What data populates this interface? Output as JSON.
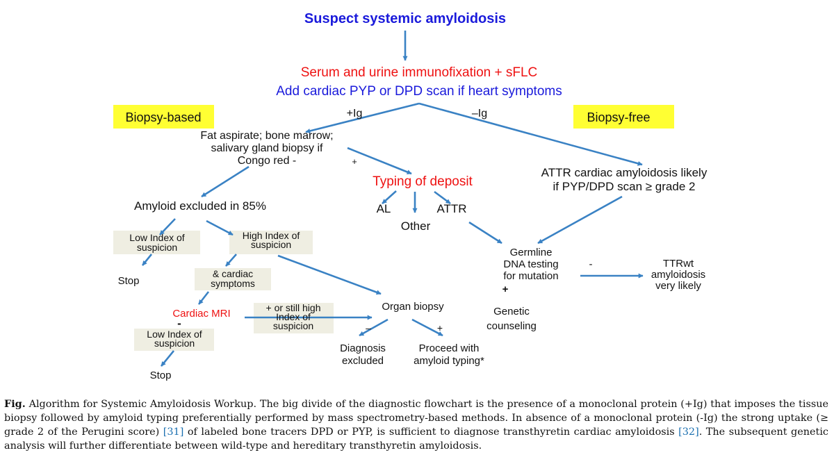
{
  "flowchart": {
    "title": "Suspect systemic amyloidosis",
    "step1_line1": "Serum and urine immunofixation + sFLC",
    "step1_line2": "Add cardiac PYP or DPD scan if heart symptoms",
    "biopsy_based": "Biopsy-based",
    "biopsy_free": "Biopsy-free",
    "plus_ig": "+Ig",
    "minus_ig": "–Ig",
    "fat_line1": "Fat aspirate; bone marrow;",
    "fat_line2": "salivary gland biopsy if",
    "fat_line3": "Congo red -",
    "plus_typing": "+",
    "typing": "Typing of deposit",
    "al": "AL",
    "other": "Other",
    "attr": "ATTR",
    "attr_likely_line1": "ATTR cardiac amyloidosis likely",
    "attr_likely_line2": "if PYP/DPD scan  ≥ grade 2",
    "amyloid_excluded": "Amyloid excluded in 85%",
    "low_index_1_line1": "Low Index of",
    "low_index_1_line2": "suspicion",
    "high_index_line1": "High Index of",
    "high_index_line2": "suspicion",
    "stop_1": "Stop",
    "cardiac_symptoms_line1": "& cardiac",
    "cardiac_symptoms_line2": "symptoms",
    "cardiac_mri": "Cardiac MRI",
    "minus_mri": "-",
    "still_high_line1": "+ or still high",
    "still_high_line2": "Index of",
    "still_high_line3": "suspicion",
    "low_index_2_line1": "Low Index of",
    "low_index_2_line2": "suspicion",
    "stop_2": "Stop",
    "organ_biopsy": "Organ biopsy",
    "minus_organ": "–",
    "plus_organ": "+",
    "diag_excluded_line1": "Diagnosis",
    "diag_excluded_line2": "excluded",
    "proceed_line1": "Proceed with",
    "proceed_line2": "amyloid typing*",
    "germline_line1": "Germline",
    "germline_line2": "DNA testing",
    "germline_line3": "for mutation",
    "minus_germline": "-",
    "plus_germline": "+",
    "ttrwt_line1": "TTRwt",
    "ttrwt_line2": "amyloidosis",
    "ttrwt_line3": "very likely",
    "genetic_line1": "Genetic",
    "genetic_line2": "counseling"
  },
  "colors": {
    "blue_text": "#1a1adb",
    "red_text": "#ee1111",
    "arrow": "#3a82c4",
    "yellow_box": "#ffff33",
    "beige_box": "#efeee2",
    "black_text": "#111111"
  },
  "caption": {
    "label": "Fig.",
    "text_1": " Algorithm for Systemic Amyloidosis Workup. The big divide of the diagnostic flowchart is the presence of a monoclonal protein (+Ig) that imposes the tissue biopsy followed by amyloid typing preferentially performed by mass spectrometry-based methods. In absence of a monoclonal protein (-Ig) the strong uptake (≥ grade 2 of the Perugini score) ",
    "ref_1": "[31]",
    "text_2": " of labeled bone tracers DPD or PYP, is sufficient to diagnose transthyretin cardiac amyloidosis ",
    "ref_2": "[32]",
    "text_3": ". The subsequent genetic analysis will further differentiate between wild-type and hereditary transthyretin amyloidosis."
  }
}
